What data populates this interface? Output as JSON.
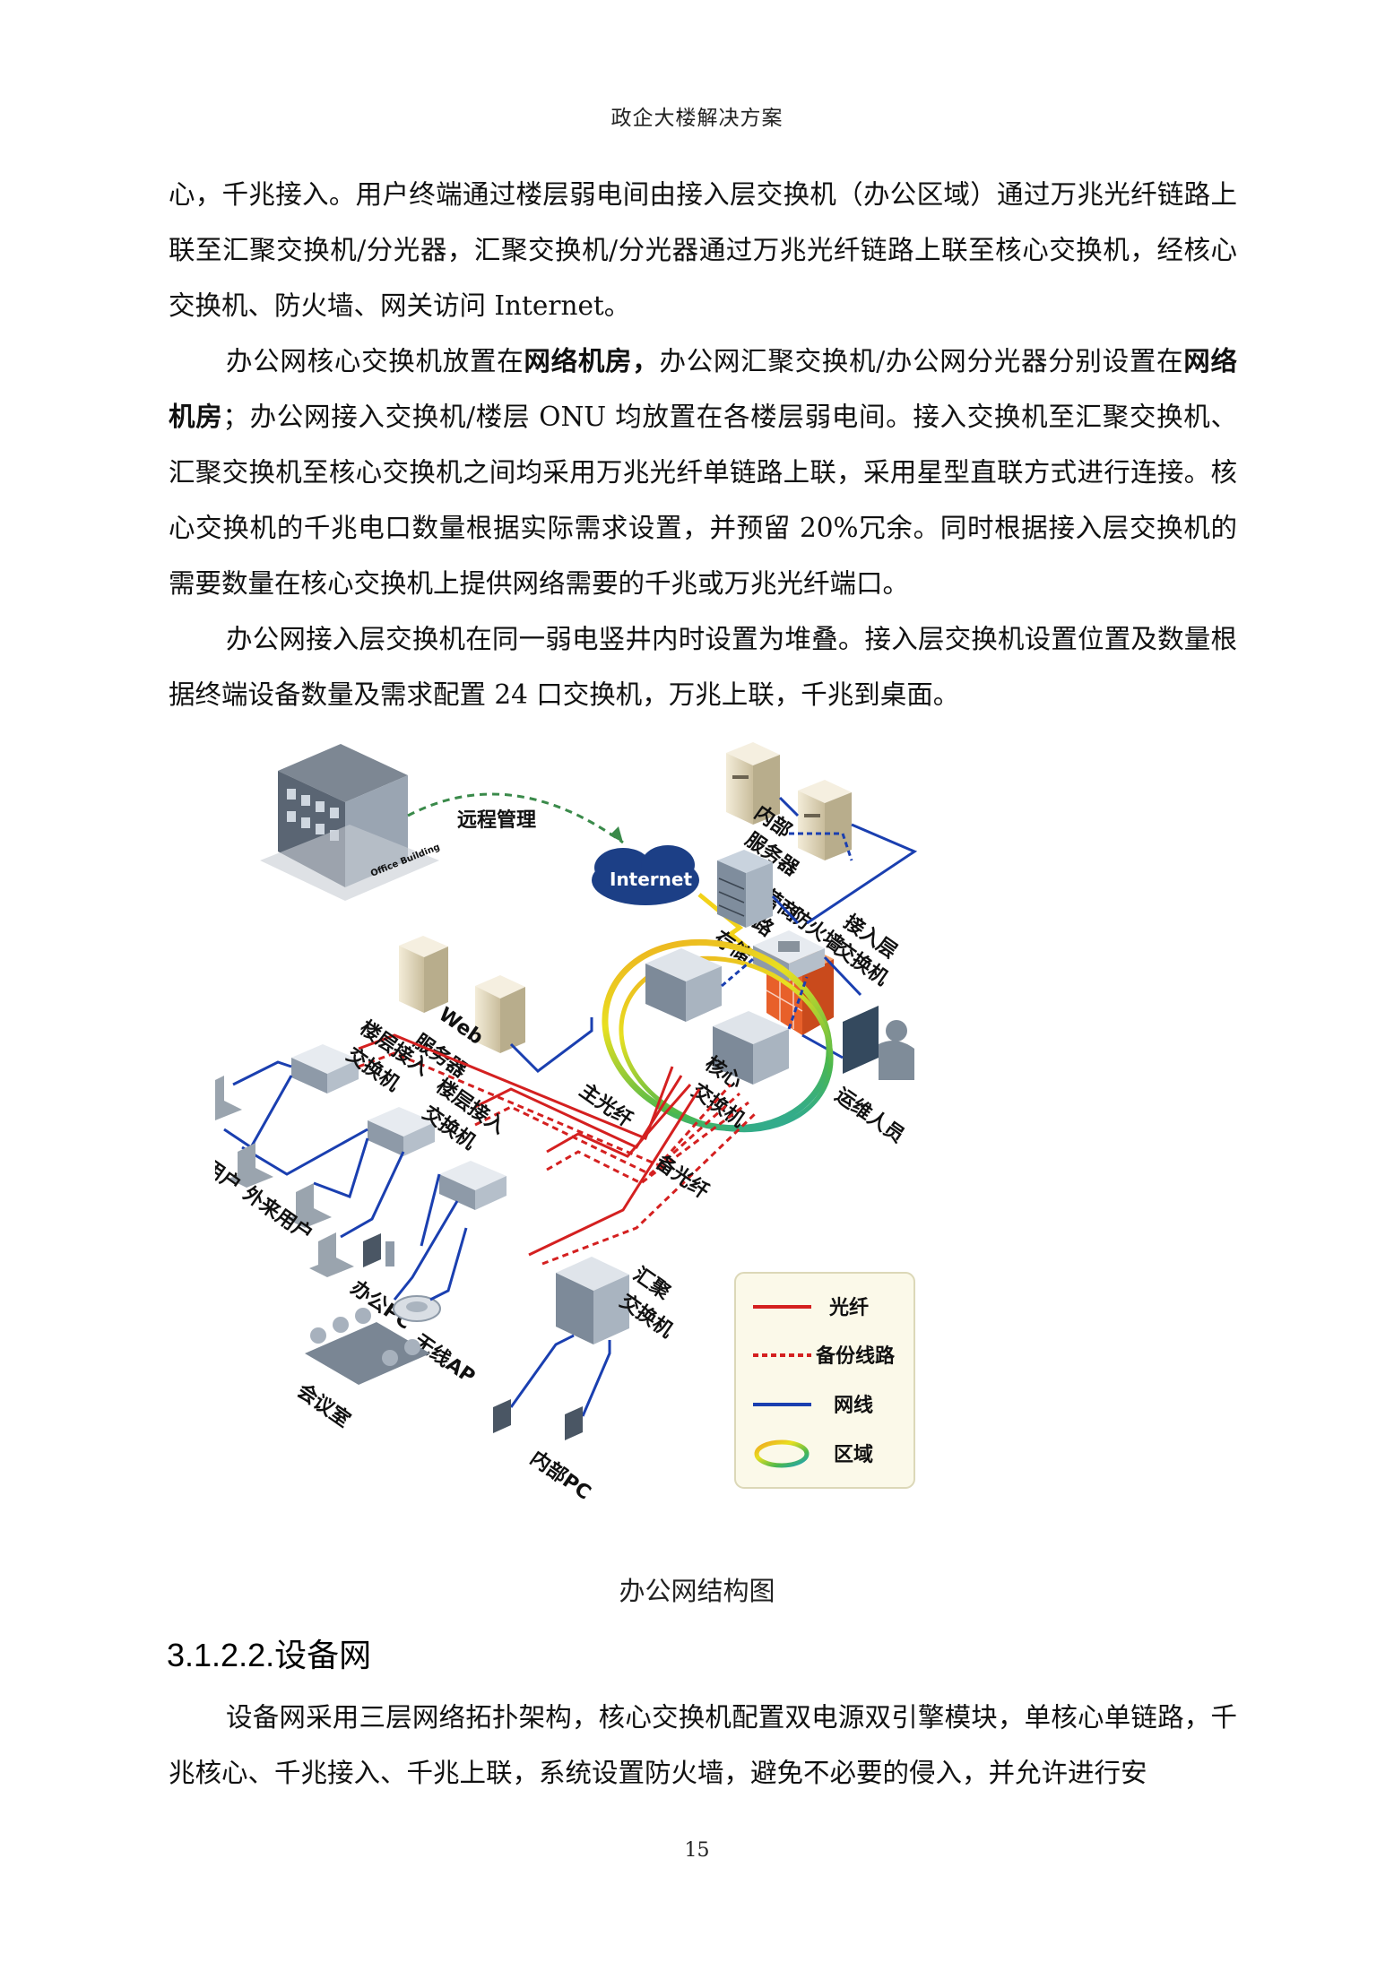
{
  "header": {
    "title": "政企大楼解决方案"
  },
  "paragraphs_top": [
    {
      "indent": false,
      "parts": [
        {
          "t": "心，千兆接入。用户终端通过楼层弱电间由接入层交换机（办公区域）通过万兆光纤链路上联至汇聚交换机/分光器，汇聚交换机/分光器通过万兆光纤链路上联至核心交换机，经核心交换机、防火墙、网关访问 Internet。"
        }
      ]
    },
    {
      "indent": true,
      "parts": [
        {
          "t": "办公网核心交换机放置在"
        },
        {
          "t": "网络机房，",
          "b": true
        },
        {
          "t": "办公网汇聚交换机/办公网分光器分别设置在"
        },
        {
          "t": "网络机房",
          "b": true
        },
        {
          "t": "；办公网接入交换机/楼层 ONU 均放置在各楼层弱电间。接入交换机至汇聚交换机、汇聚交换机至核心交换机之间均采用万兆光纤单链路上联，采用星型直联方式进行连接。核心交换机的千兆电口数量根据实际需求设置，并预留 20%冗余。同时根据接入层交换机的需要数量在核心交换机上提供网络需要的千兆或万兆光纤端口。"
        }
      ]
    },
    {
      "indent": true,
      "parts": [
        {
          "t": "办公网接入层交换机在同一弱电竖井内时设置为堆叠。接入层交换机设置位置及数量根据终端设备数量及需求配置 24 口交换机，万兆上联，千兆到桌面。"
        }
      ]
    }
  ],
  "figure": {
    "labels": {
      "remote_mgmt": "远程管理",
      "office_building": "Office Building",
      "internet": "Internet",
      "carrier_line_1": "运营商",
      "carrier_line_2": "线路",
      "firewall": "防火墙",
      "internal_server_1": "内部",
      "internal_server_2": "服务器",
      "storage": "存储",
      "access_switch_1": "接入层",
      "access_switch_2": "交换机",
      "web_server_1": "Web",
      "web_server_2": "服务器",
      "ops_staff": "运维人员",
      "core_switch_1": "核心",
      "core_switch_2": "交换机",
      "floor_access_a_1": "楼层接入",
      "floor_access_a_2": "交换机",
      "floor_access_b_1": "楼层接入",
      "floor_access_b_2": "交换机",
      "main_fiber": "主光纤",
      "backup_fiber": "备光纤",
      "guest_user_1": "外来用户",
      "guest_user_2": "外来用户",
      "office_pc": "办公PC",
      "wireless_ap": "无线AP",
      "meeting_room": "会议室",
      "aggregation_switch_1": "汇聚",
      "aggregation_switch_2": "交换机",
      "internal_pc": "内部PC"
    },
    "legend": [
      {
        "label": "光纤",
        "style": "fiber",
        "color": "#d42020"
      },
      {
        "label": "备份线路",
        "style": "backup",
        "color": "#d42020"
      },
      {
        "label": "网线",
        "style": "cable",
        "color": "#1a3fb0"
      },
      {
        "label": "区域",
        "style": "zone",
        "color": "#7ab51d"
      }
    ],
    "caption": "办公网结构图"
  },
  "section": {
    "heading": "3.1.2.2.设备网"
  },
  "paragraphs_bottom": [
    {
      "indent": true,
      "parts": [
        {
          "t": "设备网采用三层网络拓扑架构，核心交换机配置双电源双引擎模块，单核心单链路，千兆核心、千兆接入、千兆上联，系统设置防火墙，避免不必要的侵入，并允许进行安"
        }
      ]
    }
  ],
  "page_number": "15"
}
